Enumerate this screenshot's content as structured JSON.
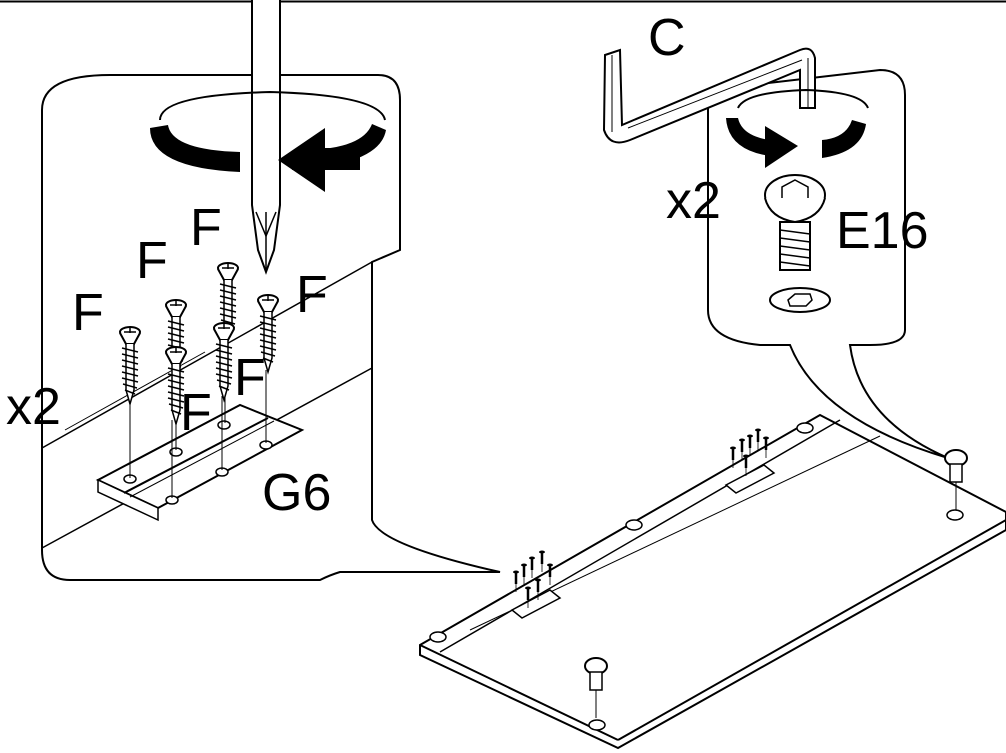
{
  "labels": {
    "hinge_screw": "F",
    "hinge": "G6",
    "hinge_qty": "x2",
    "hex_key": "C",
    "bolt": "E16",
    "bolt_qty": "x2"
  },
  "colors": {
    "ink": "#000000",
    "paper": "#ffffff"
  },
  "icons": {
    "rotate_left": "counterclockwise-arrow-icon",
    "rotate_right": "clockwise-arrow-icon"
  }
}
